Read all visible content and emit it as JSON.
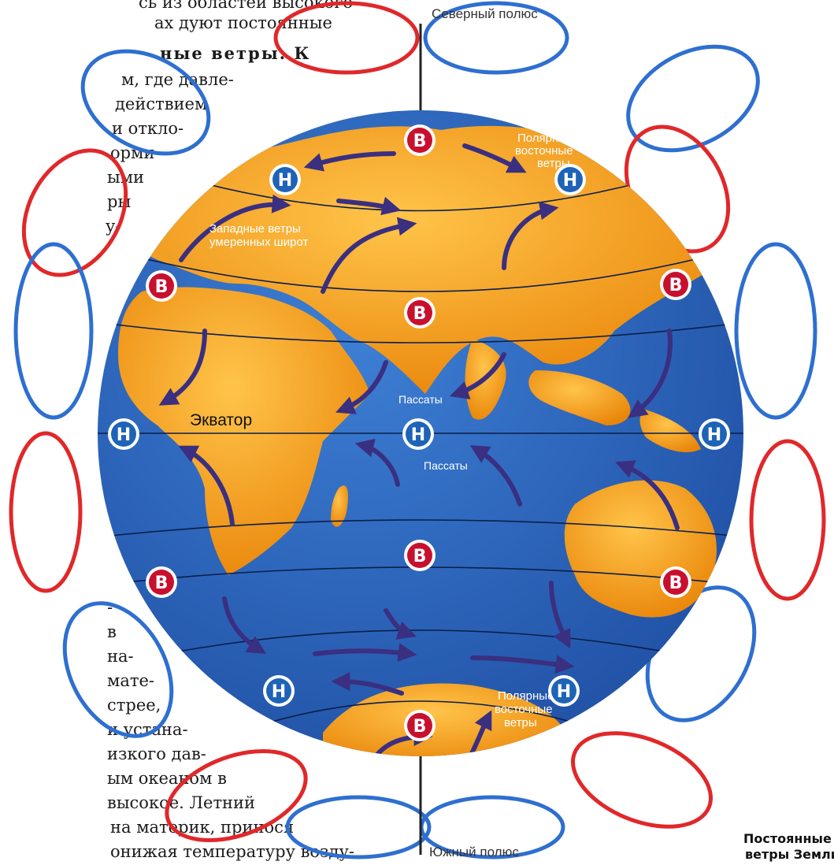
{
  "article": {
    "lines_top": [
      "сь из областей высокого",
      "ах дуют постоянные",
      "ные ветры. К",
      "м, где давле-",
      "действием",
      "и откло-",
      "орми-",
      "ыми",
      "ры",
      "у-"
    ],
    "lines_bottom": [
      "-",
      "в",
      "на-",
      "мате-",
      "стрее,",
      "и устана-",
      "изкого дав-",
      "ым океаном в",
      "высокое. Летний",
      "на материк, принося",
      "онижая температуру возду-"
    ]
  },
  "diagram": {
    "north_pole_label": "Северный полюс",
    "south_pole_label": "Южный полюс",
    "wind_labels": {
      "polar_north": [
        "Полярные",
        "восточные",
        "ветры"
      ],
      "westerlies": [
        "Западные ветры",
        "умеренных широт"
      ],
      "equator": "Экватор",
      "trade_north": "Пассаты",
      "trade_south": "Пассаты",
      "polar_south": [
        "Полярные",
        "восточные",
        "ветры"
      ]
    },
    "pressure_marks": [
      {
        "id": "high-north-pole",
        "letter": "В",
        "kind": "high"
      },
      {
        "id": "low-nw",
        "letter": "Н",
        "kind": "low"
      },
      {
        "id": "low-ne",
        "letter": "Н",
        "kind": "low"
      },
      {
        "id": "high-west-30n",
        "letter": "В",
        "kind": "high"
      },
      {
        "id": "high-center-30n",
        "letter": "В",
        "kind": "high"
      },
      {
        "id": "high-east-30n",
        "letter": "В",
        "kind": "high"
      },
      {
        "id": "low-west-equator",
        "letter": "Н",
        "kind": "low"
      },
      {
        "id": "low-center-equator",
        "letter": "Н",
        "kind": "low"
      },
      {
        "id": "low-east-equator",
        "letter": "Н",
        "kind": "low"
      },
      {
        "id": "high-center-30s",
        "letter": "В",
        "kind": "high"
      },
      {
        "id": "high-west-30s",
        "letter": "В",
        "kind": "high"
      },
      {
        "id": "high-east-30s",
        "letter": "В",
        "kind": "high"
      },
      {
        "id": "low-sw",
        "letter": "Н",
        "kind": "low"
      },
      {
        "id": "low-se",
        "letter": "Н",
        "kind": "low"
      },
      {
        "id": "high-south-pole",
        "letter": "В",
        "kind": "high"
      }
    ],
    "caption": [
      "Постоянные",
      "ветры Земли"
    ],
    "colors": {
      "ocean": "#2560b8",
      "land": "#f0900c",
      "high_pressure": "#c8102e",
      "low_pressure": "#1e63b8",
      "wind_arrow": "#3a2f80",
      "cell_warm": "#e0282a",
      "cell_cold": "#2e6fd0"
    }
  }
}
